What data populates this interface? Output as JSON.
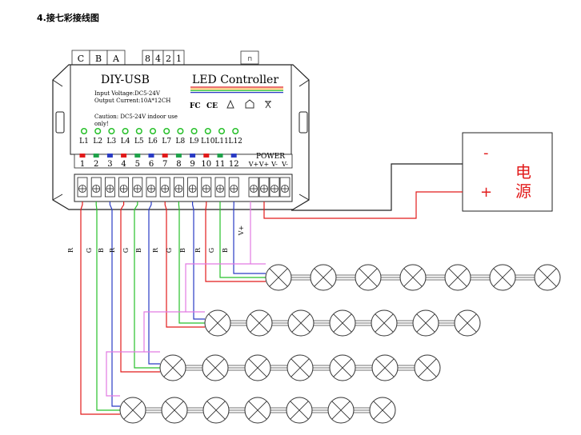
{
  "heading": "4.接七彩接线图",
  "controller": {
    "brand": "DIY-USB",
    "title": "LED Controller",
    "specs": [
      "Input Voltage:DC5-24V",
      "Output Current:10A*12CH"
    ],
    "caution": [
      "Caution: DC5-24V indoor use",
      "only!"
    ],
    "cert_marks": [
      "FC",
      "CE"
    ],
    "top_left_tabs": [
      "C",
      "B",
      "A"
    ],
    "top_mid_tabs": [
      "8",
      "4",
      "2",
      "1"
    ],
    "top_right_tab": "⊓",
    "leds": [
      "L1",
      "L2",
      "L3",
      "L4",
      "L5",
      "L6",
      "L7",
      "L8",
      "L9",
      "L10",
      "L11",
      "L12"
    ],
    "power_label": "POWER",
    "channel_numbers": [
      "1",
      "2",
      "3",
      "4",
      "5",
      "6",
      "7",
      "8",
      "9",
      "10",
      "11",
      "12"
    ],
    "channel_colors": [
      "#e21b1b",
      "#1fa24a",
      "#2a3bc4",
      "#e21b1b",
      "#1fa24a",
      "#2a3bc4",
      "#e21b1b",
      "#1fa24a",
      "#2a3bc4",
      "#e21b1b",
      "#1fa24a",
      "#2a3bc4"
    ],
    "power_terminals": [
      "V+",
      "V+",
      "V-",
      "V-"
    ]
  },
  "wire_labels": [
    "R",
    "G",
    "B",
    "R",
    "G",
    "B",
    "R",
    "G",
    "B",
    "R",
    "G",
    "B",
    "V+"
  ],
  "power_supply": {
    "minus": "-",
    "plus": "+",
    "label": "电源"
  },
  "colors": {
    "red": "#e21b1b",
    "green": "#27c02a",
    "blue": "#2a3bc4",
    "magenta": "#e27ae2",
    "black": "#222222"
  },
  "strips": [
    {
      "count": 7
    },
    {
      "count": 7
    },
    {
      "count": 7
    },
    {
      "count": 7
    }
  ]
}
